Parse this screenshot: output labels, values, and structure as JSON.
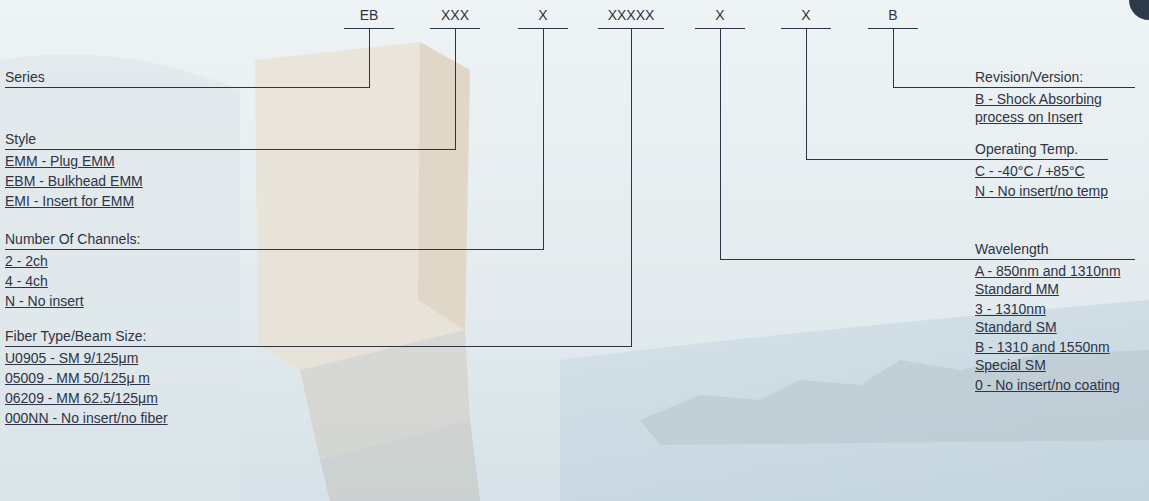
{
  "diagram": {
    "nodes": [
      {
        "text": [
          "EB"
        ]
      },
      {
        "text": [
          "XXX"
        ]
      },
      {
        "text": [
          "X"
        ]
      },
      {
        "text": [
          "XXXXX"
        ]
      },
      {
        "text": [
          "X"
        ]
      },
      {
        "text": [
          "X"
        ]
      },
      {
        "text": [
          "B"
        ]
      },
      {
        "text": [
          "Series"
        ]
      },
      {
        "text": [
          "Style",
          "EMM - Plug EMM",
          "EBM - Bulkhead EMM",
          "EMI - Insert for EMM"
        ]
      },
      {
        "text": [
          "Number Of Channels:",
          "2 - 2ch",
          "4 - 4ch",
          "N - No insert"
        ]
      },
      {
        "text": [
          "Fiber Type/Beam Size:",
          "U0905 - SM 9/125μm",
          "05009 - MM 50/125μ m",
          "06209 - MM 62.5/125μm",
          "000NN - No insert/no fiber"
        ]
      },
      {
        "text": [
          "Revision/Version:",
          "B - Shock Absorbing process on Insert"
        ]
      },
      {
        "text": [
          "Operating Temp.",
          "C - -40°C / +85°C",
          "N - No insert/no temp"
        ]
      },
      {
        "text": [
          "Wavelength",
          "A - 850nm and 1310nm Standard MM",
          "3 - 1310nm Standard SM",
          "B - 1310 and 1550nm Special SM",
          "0 - No insert/no coating"
        ]
      }
    ],
    "edges": [
      {
        "from": 0,
        "to": 7,
        "arrow": "none"
      },
      {
        "from": 1,
        "to": 8,
        "arrow": "none"
      },
      {
        "from": 2,
        "to": 9,
        "arrow": "none"
      },
      {
        "from": 3,
        "to": 10,
        "arrow": "none"
      },
      {
        "from": 4,
        "to": 13,
        "arrow": "none"
      },
      {
        "from": 5,
        "to": 12,
        "arrow": "none"
      },
      {
        "from": 6,
        "to": 11,
        "arrow": "none"
      }
    ]
  }
}
